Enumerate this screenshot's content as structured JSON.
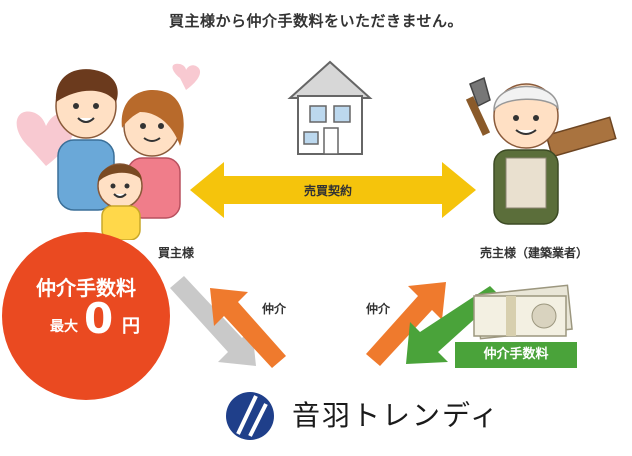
{
  "headline": "買主様から仲介手数料をいただきません。",
  "buyer_label": "買主様",
  "seller_label": "売主様（建築業者）",
  "contract_label": "売買契約",
  "broker_left": "仲介",
  "broker_right": "仲介",
  "fee_bubble": {
    "line1": "仲介手数料",
    "line2": "最大",
    "line3": "0",
    "line4": "円"
  },
  "fee_badge": "仲介手数料",
  "logo_text": "音羽トレンディ",
  "colors": {
    "orange": "#ef7a2d",
    "yellow": "#f5c40c",
    "green": "#4aa33a",
    "red": "#ea4a21",
    "gray": "#c9c9c9",
    "navy": "#1f3f8a"
  }
}
